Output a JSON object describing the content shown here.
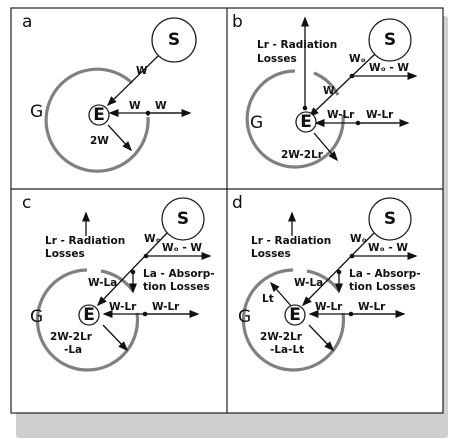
{
  "panels": [
    {
      "letter": "a",
      "sun": "S",
      "earth": "E",
      "g_label": "G",
      "lbl_w_diag": "W",
      "lbl_w_in": "W",
      "lbl_w_out": "W",
      "lbl_2w": "2W"
    },
    {
      "letter": "b",
      "sun": "S",
      "earth": "E",
      "g_label": "G",
      "lbl_rad_1": "Lr - Radiation",
      "lbl_rad_2": "Losses",
      "lbl_w0": "Wₒ",
      "lbl_w0w": "Wₒ - W",
      "lbl_w_diag": "W",
      "lbl_wlr_in": "W-Lr",
      "lbl_wlr_out": "W-Lr",
      "lbl_out": "2W-2Lr"
    },
    {
      "letter": "c",
      "sun": "S",
      "earth": "E",
      "g_label": "G",
      "lbl_rad_1": "Lr - Radiation",
      "lbl_rad_2": "Losses",
      "lbl_w0": "Wₒ",
      "lbl_w0w": "Wₒ - W",
      "lbl_wla": "W-La",
      "lbl_abs_1": "La - Absorp-",
      "lbl_abs_2": "tion Losses",
      "lbl_wlr_in": "W-Lr",
      "lbl_wlr_out": "W-Lr",
      "lbl_out_1": "2W-2Lr",
      "lbl_out_2": "-La"
    },
    {
      "letter": "d",
      "sun": "S",
      "earth": "E",
      "g_label": "G",
      "lbl_rad_1": "Lr - Radiation",
      "lbl_rad_2": "Losses",
      "lbl_w0": "Wₒ",
      "lbl_w0w": "Wₒ - W",
      "lbl_wla": "W-La",
      "lbl_abs_1": "La - Absorp-",
      "lbl_abs_2": "tion Losses",
      "lbl_lt": "Lt",
      "lbl_wlr_in": "W-Lr",
      "lbl_wlr_out": "W-Lr",
      "lbl_out_1": "2W-2Lr",
      "lbl_out_2": "-La-Lt"
    }
  ]
}
